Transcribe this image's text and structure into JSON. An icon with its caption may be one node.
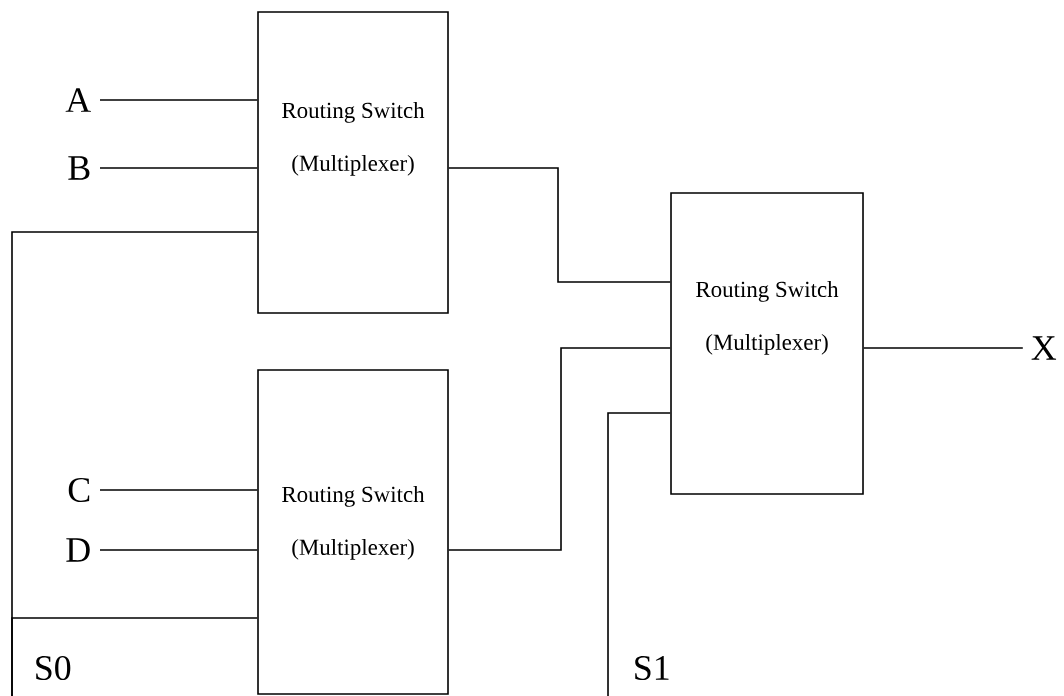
{
  "diagram": {
    "nodes": [
      {
        "text": [
          "Routing Switch",
          "(Multiplexer)"
        ]
      },
      {
        "text": [
          "Routing Switch",
          "(Multiplexer)"
        ]
      },
      {
        "text": [
          "Routing Switch",
          "(Multiplexer)"
        ]
      },
      {
        "text": [
          "A"
        ]
      },
      {
        "text": [
          "B"
        ]
      },
      {
        "text": [
          "C"
        ]
      },
      {
        "text": [
          "D"
        ]
      },
      {
        "text": [
          "S0"
        ]
      },
      {
        "text": [
          "S1"
        ]
      },
      {
        "text": [
          "X"
        ]
      }
    ],
    "edges": [
      {
        "from": 3,
        "to": 0,
        "arrow": "none"
      },
      {
        "from": 4,
        "to": 0,
        "arrow": "none"
      },
      {
        "from": 7,
        "to": 0,
        "arrow": "none"
      },
      {
        "from": 5,
        "to": 1,
        "arrow": "none"
      },
      {
        "from": 6,
        "to": 1,
        "arrow": "none"
      },
      {
        "from": 7,
        "to": 1,
        "arrow": "none"
      },
      {
        "from": 0,
        "to": 2,
        "arrow": "none"
      },
      {
        "from": 1,
        "to": 2,
        "arrow": "none"
      },
      {
        "from": 8,
        "to": 2,
        "arrow": "none"
      },
      {
        "from": 2,
        "to": 9,
        "arrow": "none"
      }
    ]
  }
}
